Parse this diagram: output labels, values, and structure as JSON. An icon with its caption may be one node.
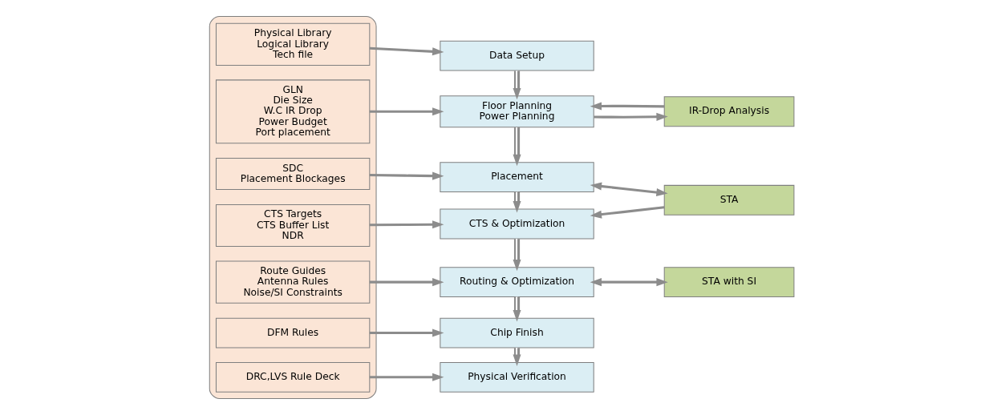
{
  "diagram": {
    "nodes": [
      {
        "text": [],
        "shape": "box"
      },
      {
        "text": [
          "Physical Library",
          "Logical Library",
          "Tech file"
        ],
        "in": 0
      },
      {
        "text": [
          "GLN",
          "Die Size",
          "W.C IR Drop",
          "Power Budget",
          "Port placement"
        ],
        "in": 0
      },
      {
        "text": [
          "SDC",
          "Placement Blockages"
        ],
        "in": 0
      },
      {
        "text": [
          "CTS Targets",
          "CTS Buffer List",
          "NDR"
        ],
        "in": 0
      },
      {
        "text": [
          "Route Guides",
          "Antenna Rules",
          "Noise/SI Constraints"
        ],
        "in": 0
      },
      {
        "text": [
          "DFM Rules"
        ],
        "in": 0
      },
      {
        "text": [
          "DRC,LVS Rule Deck"
        ],
        "in": 0
      },
      {
        "text": [
          "Data Setup"
        ]
      },
      {
        "text": [
          "Floor Planning",
          "Power Planning"
        ]
      },
      {
        "text": [
          "Placement"
        ]
      },
      {
        "text": [
          "CTS & Optimization"
        ]
      },
      {
        "text": [
          "Routing & Optimization"
        ]
      },
      {
        "text": [
          "Chip Finish"
        ]
      },
      {
        "text": [
          "Physical Verification"
        ]
      },
      {
        "text": [
          "IR-Drop Analysis"
        ]
      },
      {
        "text": [
          "STA"
        ]
      },
      {
        "text": [
          "STA with SI"
        ]
      }
    ],
    "edges": [
      {
        "from": 1,
        "to": 8,
        "arrow": "to"
      },
      {
        "from": 2,
        "to": 9,
        "arrow": "to"
      },
      {
        "from": 3,
        "to": 10,
        "arrow": "to"
      },
      {
        "from": 4,
        "to": 11,
        "arrow": "to"
      },
      {
        "from": 5,
        "to": 12,
        "arrow": "to"
      },
      {
        "from": 6,
        "to": 13,
        "arrow": "to"
      },
      {
        "from": 7,
        "to": 14,
        "arrow": "to"
      },
      {
        "from": 8,
        "to": 9,
        "arrow": "to"
      },
      {
        "from": 9,
        "to": 10,
        "arrow": "to"
      },
      {
        "from": 10,
        "to": 11,
        "arrow": "to"
      },
      {
        "from": 11,
        "to": 12,
        "arrow": "to"
      },
      {
        "from": 12,
        "to": 13,
        "arrow": "to"
      },
      {
        "from": 13,
        "to": 14,
        "arrow": "to"
      },
      {
        "from": 15,
        "to": 9,
        "arrow": "to"
      },
      {
        "from": 9,
        "to": 15,
        "arrow": "to"
      },
      {
        "from": 10,
        "to": 16,
        "arrow": "both"
      },
      {
        "from": 16,
        "to": 11,
        "arrow": "to"
      },
      {
        "from": 12,
        "to": 17,
        "arrow": "both"
      }
    ]
  }
}
